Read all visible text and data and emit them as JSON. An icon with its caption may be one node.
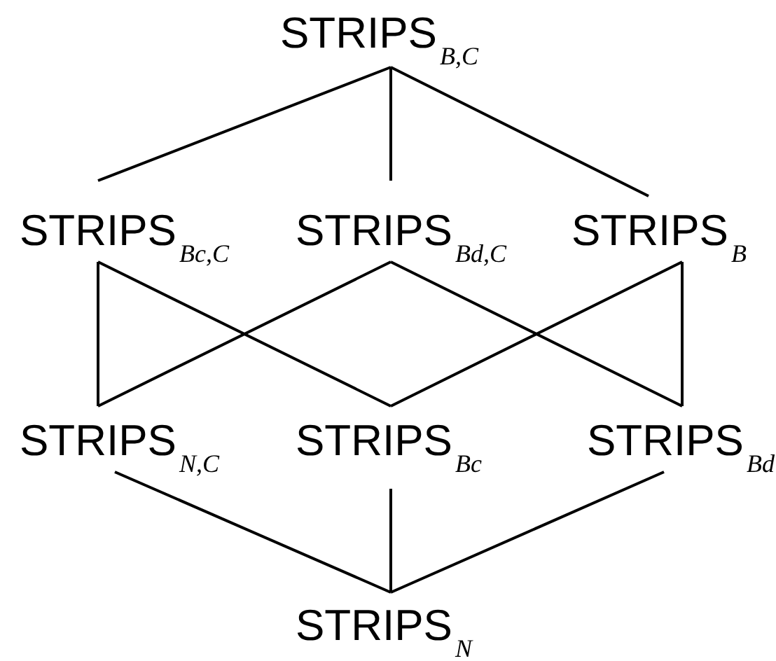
{
  "diagram": {
    "nodes": [
      {
        "text": [
          "STRIPS$_{B,C}$"
        ]
      },
      {
        "text": [
          "STRIPS$_{Bc,C}$"
        ]
      },
      {
        "text": [
          "STRIPS$_{Bd,C}$"
        ]
      },
      {
        "text": [
          "STRIPS$_{B}$"
        ]
      },
      {
        "text": [
          "STRIPS$_{N,C}$"
        ]
      },
      {
        "text": [
          "STRIPS$_{Bc}$"
        ]
      },
      {
        "text": [
          "STRIPS$_{Bd}$"
        ]
      },
      {
        "text": [
          "STRIPS$_{N}$"
        ]
      }
    ],
    "edges": [
      {
        "from": 0,
        "to": 1,
        "arrow": "none"
      },
      {
        "from": 0,
        "to": 2,
        "arrow": "none"
      },
      {
        "from": 0,
        "to": 3,
        "arrow": "none"
      },
      {
        "from": 1,
        "to": 4,
        "arrow": "none"
      },
      {
        "from": 1,
        "to": 5,
        "arrow": "none"
      },
      {
        "from": 2,
        "to": 4,
        "arrow": "none"
      },
      {
        "from": 2,
        "to": 6,
        "arrow": "none"
      },
      {
        "from": 3,
        "to": 5,
        "arrow": "none"
      },
      {
        "from": 3,
        "to": 6,
        "arrow": "none"
      },
      {
        "from": 4,
        "to": 7,
        "arrow": "none"
      },
      {
        "from": 5,
        "to": 7,
        "arrow": "none"
      },
      {
        "from": 6,
        "to": 7,
        "arrow": "none"
      }
    ]
  }
}
